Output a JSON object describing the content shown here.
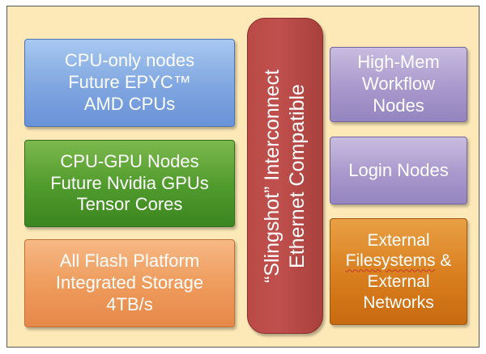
{
  "diagram": {
    "left_column": [
      {
        "id": "cpu_only",
        "text": "CPU-only nodes\nFuture EPYC™\nAMD CPUs"
      },
      {
        "id": "cpu_gpu",
        "text": "CPU-GPU Nodes\nFuture Nvidia GPUs\nTensor Cores"
      },
      {
        "id": "flash",
        "text": "All Flash Platform\nIntegrated Storage\n4TB/s"
      }
    ],
    "interconnect": {
      "text": "“Slingshot” Interconnect\nEthernet Compatible"
    },
    "right_column": [
      {
        "id": "high_mem",
        "text": "High-Mem\nWorkflow\nNodes"
      },
      {
        "id": "login",
        "text": "Login Nodes"
      },
      {
        "id": "external",
        "line1": "External",
        "line2": "Filesystems",
        "line2_suffix": " &",
        "line3": "External\nNetworks"
      }
    ]
  },
  "colors": {
    "background_panel": "#fde9b8",
    "cpu_only": "#7fa6e0",
    "cpu_gpu": "#4f9a2c",
    "flash": "#ee9a5a",
    "interconnect": "#c0504d",
    "high_mem": "#a898cc",
    "login": "#a898cc",
    "external": "#d97e1e"
  }
}
